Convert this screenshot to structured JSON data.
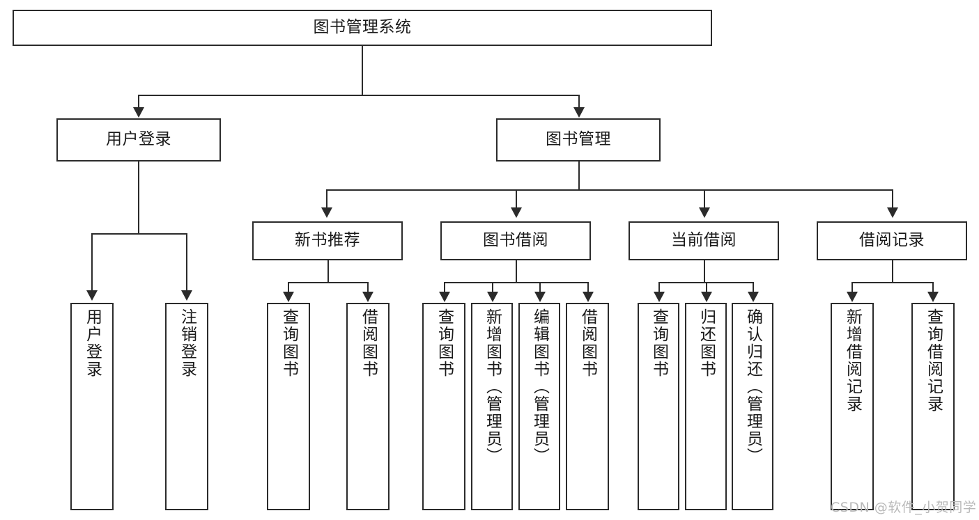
{
  "diagram": {
    "type": "tree-hierarchy-diagram",
    "title": "图书管理系统",
    "colors": {
      "stroke": "#2b2b2b",
      "fill": "#ffffff",
      "text": "#1a1a1a",
      "watermark": "#b9b9b9"
    },
    "root": {
      "label": "图书管理系统"
    },
    "level2": [
      {
        "label": "用户登录"
      },
      {
        "label": "图书管理"
      }
    ],
    "level3": [
      {
        "label": "新书推荐"
      },
      {
        "label": "图书借阅"
      },
      {
        "label": "当前借阅"
      },
      {
        "label": "借阅记录"
      }
    ],
    "leaves": {
      "user_login": [
        {
          "label": "用户登录"
        },
        {
          "label": "注销登录"
        }
      ],
      "new_book_recommend": [
        {
          "label": "查询图书"
        },
        {
          "label": "借阅图书"
        }
      ],
      "book_borrow": [
        {
          "label": "查询图书"
        },
        {
          "label": "新增图书（管理员）"
        },
        {
          "label": "编辑图书（管理员）"
        },
        {
          "label": "借阅图书"
        }
      ],
      "current_borrow": [
        {
          "label": "查询图书"
        },
        {
          "label": "归还图书"
        },
        {
          "label": "确认归还（管理员）"
        }
      ],
      "borrow_record": [
        {
          "label": "新增借阅记录"
        },
        {
          "label": "查询借阅记录"
        }
      ]
    }
  },
  "watermark": {
    "text": "CSDN @软件_小贺同学"
  }
}
